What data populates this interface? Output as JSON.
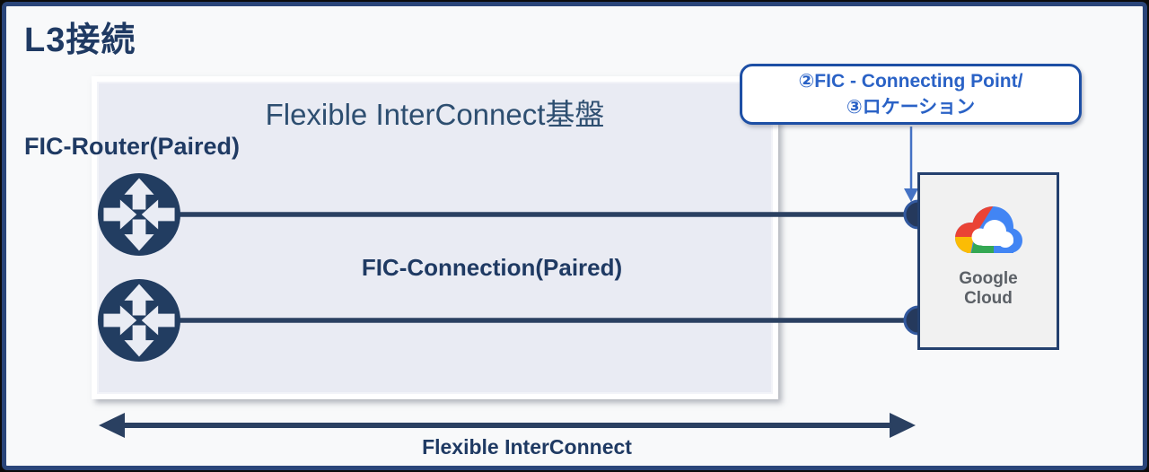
{
  "title": "L3接続",
  "panel": {
    "heading": "Flexible InterConnect基盤"
  },
  "labels": {
    "fic_router": "FIC-Router(Paired)",
    "fic_connection": "FIC-Connection(Paired)",
    "flexible_interconnect": "Flexible InterConnect"
  },
  "callout": {
    "line1": "②FIC - Connecting Point/",
    "line2": "③ロケーション"
  },
  "google_cloud": {
    "name_line1": "Google",
    "name_line2": "Cloud"
  },
  "icons": {
    "router": "router-icon (circle with four arrows)",
    "google_cloud_logo": "google-cloud-logo",
    "connecting_point": "dot on box edge",
    "span_arrow": "double-headed-arrow"
  },
  "colors": {
    "navy": "#1f3a63",
    "line": "#2a4061",
    "frame_border": "#2a4579",
    "background": "#f8f9fa",
    "panel_fill": "#e9ebf3",
    "panel_heading": "#2d4e70",
    "router_fill": "#223d61",
    "arrow_fill": "#e9ecf4",
    "dot_fill": "#25395c",
    "dot_stroke": "#32599f",
    "callout_border": "#1d4fa5",
    "callout_text": "#2a62c6",
    "connector_blue": "#4472c4",
    "gc_border": "#24406e",
    "gc_fill": "#f1f1f1",
    "gc_text": "#5b6066",
    "gcp_red": "#EA4335",
    "gcp_yellow": "#FBBC05",
    "gcp_green": "#34A853",
    "gcp_blue": "#4285F4"
  }
}
